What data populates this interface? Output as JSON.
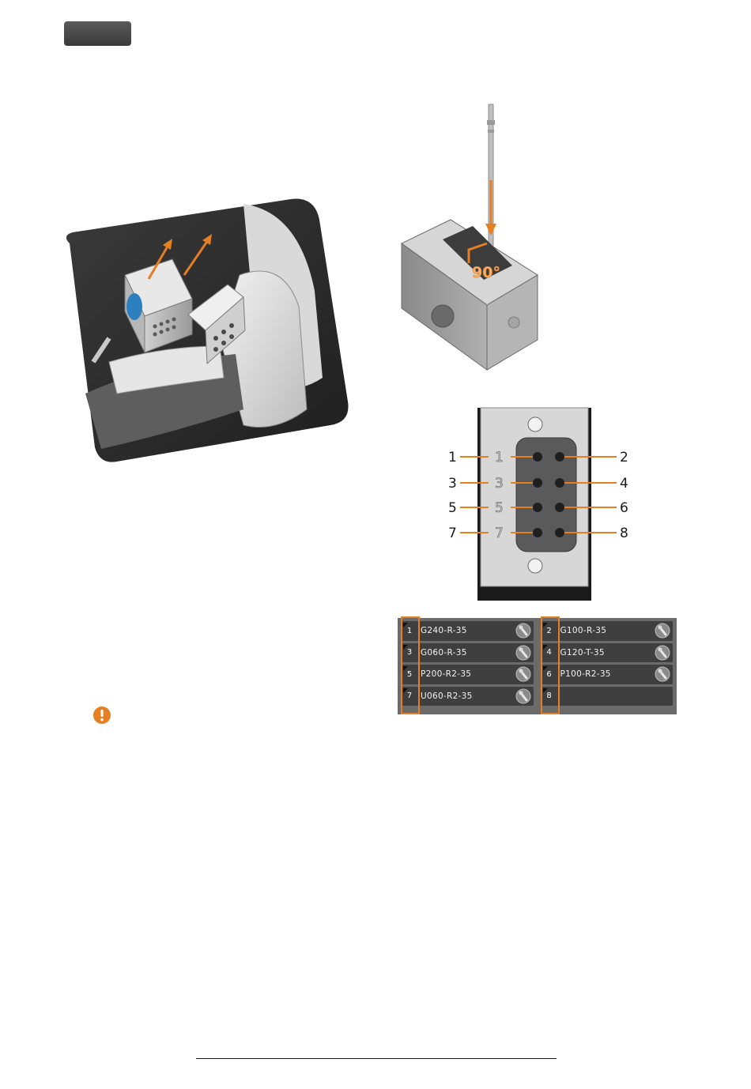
{
  "header": {
    "tab_badge_color": "#4a4a4a"
  },
  "figures": {
    "assembly_view": {
      "icon": "cartridge-removal-illustration",
      "arrow_color": "#e67e22"
    },
    "pin_insertion": {
      "angle_label": "90°",
      "icon": "pin-insertion-illustration"
    },
    "pinout": {
      "left_labels": [
        "1",
        "3",
        "5",
        "7"
      ],
      "right_labels": [
        "2",
        "4",
        "6",
        "8"
      ],
      "socket_numbers": [
        "1",
        "3",
        "5",
        "7"
      ]
    }
  },
  "tool_table": {
    "slots": [
      {
        "num": "1",
        "name": "G240-R-35",
        "has_tool": true
      },
      {
        "num": "2",
        "name": "G100-R-35",
        "has_tool": true
      },
      {
        "num": "3",
        "name": "G060-R-35",
        "has_tool": true
      },
      {
        "num": "4",
        "name": "G120-T-35",
        "has_tool": true
      },
      {
        "num": "5",
        "name": "P200-R2-35",
        "has_tool": true
      },
      {
        "num": "6",
        "name": "P100-R2-35",
        "has_tool": true
      },
      {
        "num": "7",
        "name": "U060-R2-35",
        "has_tool": true
      },
      {
        "num": "8",
        "name": "",
        "has_tool": false
      }
    ],
    "highlight_color": "#e67e22"
  },
  "notice": {
    "icon": "warning-icon",
    "color": "#e67e22"
  }
}
